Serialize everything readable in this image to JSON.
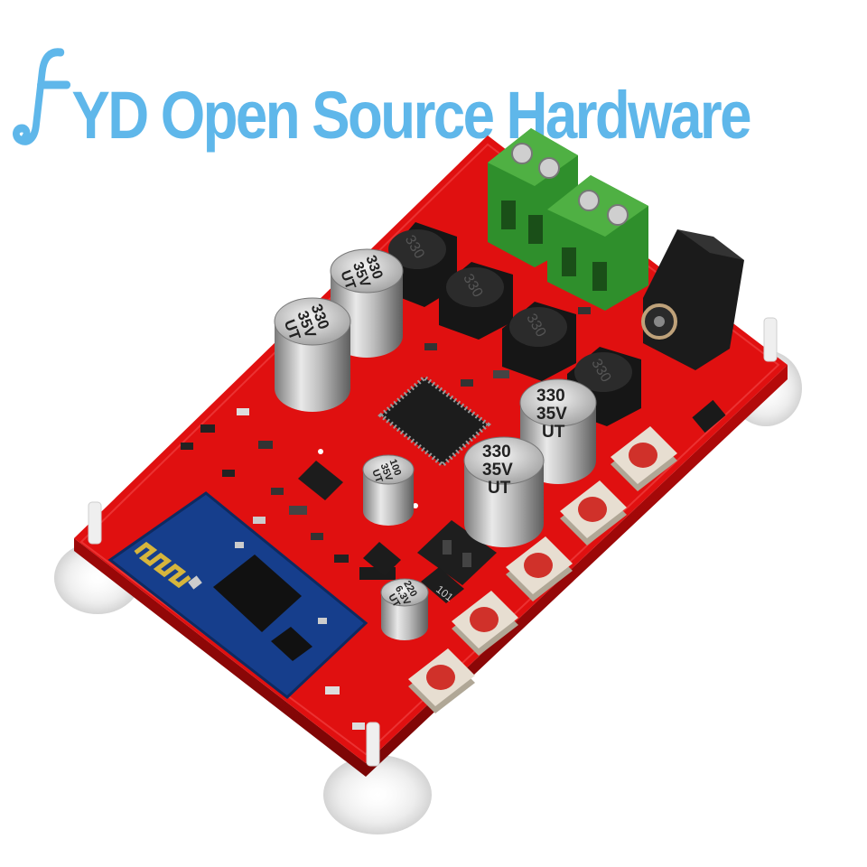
{
  "watermark": {
    "text": "YD Open Source Hardware",
    "logo_icon": "music-note-icon",
    "color": "#5fb7ea"
  },
  "board": {
    "pcb_color": "#e01010",
    "capacitors": [
      {
        "value": "330",
        "voltage": "35V",
        "mark": "UT"
      },
      {
        "value": "330",
        "voltage": "35V",
        "mark": "UT"
      },
      {
        "value": "330",
        "voltage": "35V",
        "mark": "UT"
      },
      {
        "value": "330",
        "voltage": "35V",
        "mark": "UT"
      },
      {
        "value": "100",
        "voltage": "35V",
        "mark": "UT"
      },
      {
        "value": "220",
        "voltage": "6.3V",
        "mark": "UT"
      }
    ],
    "inductor_marking": "330",
    "resistor_marking": "101"
  }
}
